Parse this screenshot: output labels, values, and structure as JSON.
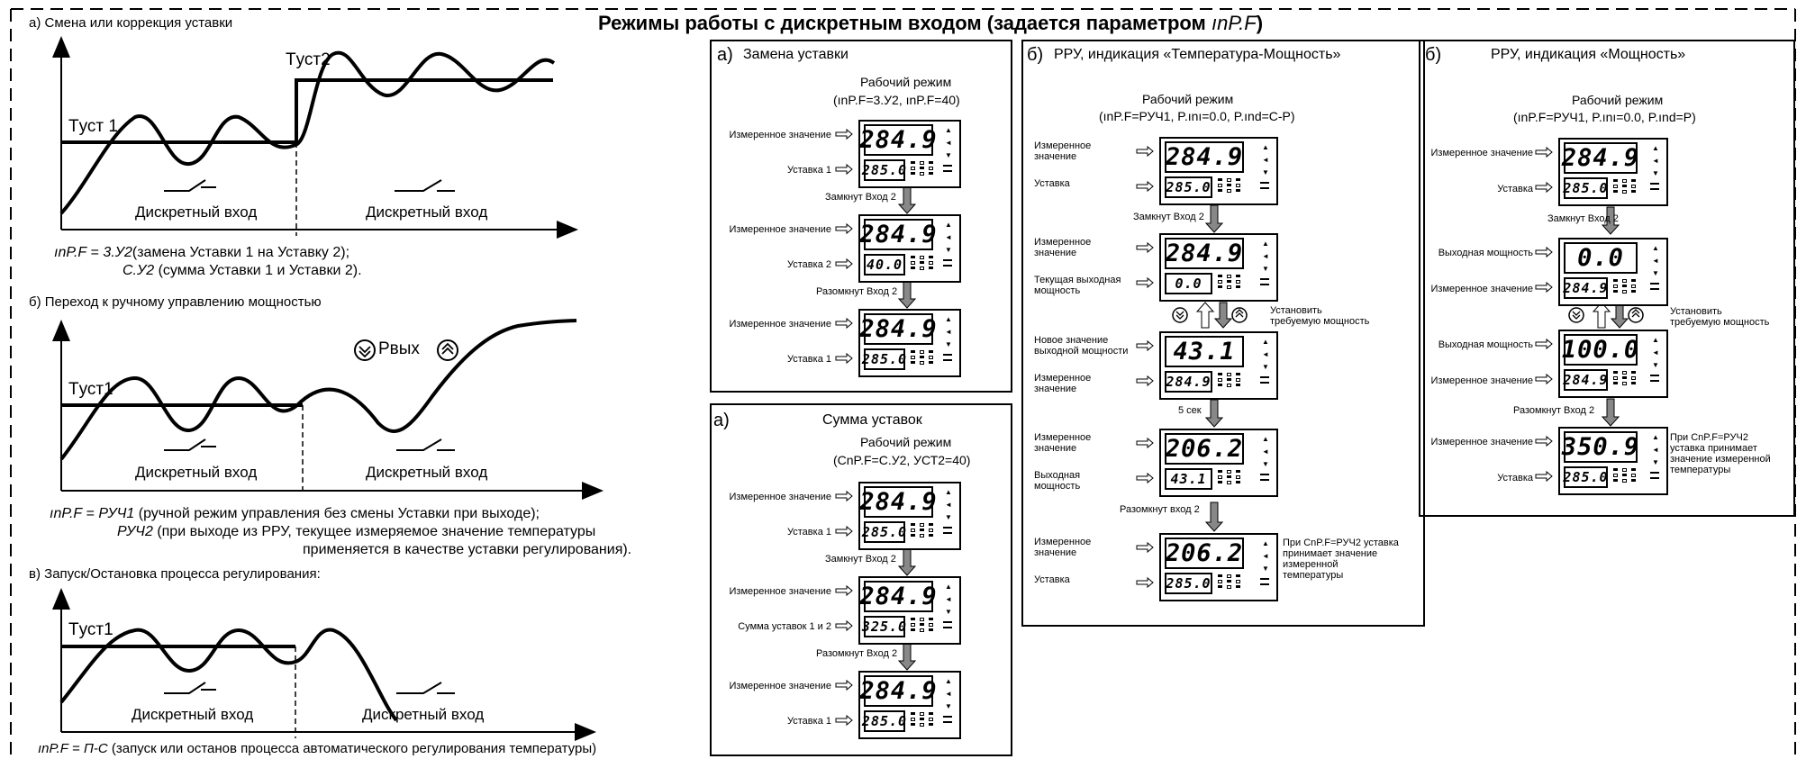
{
  "title": "Режимы работы с дискретным входом (задается параметром",
  "title_param": "ınP.F",
  "left": {
    "a_heading": "а) Смена или коррекция уставки",
    "a_t1": "Tуст 1",
    "a_t2": "Tуст2",
    "a_din1": "Дискретный вход",
    "a_din2": "Дискретный вход",
    "a_line1_param": "ınP.F",
    "a_line1_eq": "=",
    "a_line1_val": "3.У2",
    "a_line1_text": "(замена Уставки 1 на Уставку 2);",
    "a_line2_val": "С.У2",
    "a_line2_text": "(сумма Уставки 1 и Уставки 2).",
    "b_heading": "б) Переход к ручному управлению мощностью",
    "b_t1": "Tуст1",
    "b_pout": "Pвых",
    "b_din1": "Дискретный вход",
    "b_din2": "Дискретный вход",
    "b_line1_param": "ınP.F",
    "b_line1_eq": "=",
    "b_line1_val": "РУЧ1",
    "b_line1_text": "(ручной режим управления без смены Уставки при выходе);",
    "b_line2_val": "РУЧ2",
    "b_line2_text": "(при выходе из РРУ, текущее измеряемое значение температуры",
    "b_line3_text": "применяется в качестве уставки регулирования).",
    "c_heading": "в) Запуск/Остановка процесса регулирования:",
    "c_t1": "Tуст1",
    "c_din1": "Дискретный вход",
    "c_din2": "Дискретный вход",
    "c_line_param": "ınP.F",
    "c_line_eq": "=",
    "c_line_val": "П-С",
    "c_line_text": "(запуск или останов процесса автоматического регулирования температуры)"
  },
  "panel_a1": {
    "letter": "а)",
    "title": "Замена уставки",
    "mode": "Рабочий режим",
    "mode_params": "(ınP.F=3.У2, ınP.F=40)",
    "rows": [
      {
        "label": "Измеренное значение",
        "value": "284.9"
      },
      {
        "label": "Уставка 1",
        "value": "285.0"
      },
      {
        "label": "Измеренное значение",
        "value": "284.9"
      },
      {
        "label": "Уставка 2",
        "value": "40.0"
      },
      {
        "label": "Измеренное значение",
        "value": "284.9"
      },
      {
        "label": "Уставка 1",
        "value": "285.0"
      }
    ],
    "transitions": [
      "Замкнут Вход 2",
      "Разомкнут Вход 2"
    ]
  },
  "panel_a2": {
    "letter": "а)",
    "title": "Сумма уставок",
    "mode": "Рабочий режим",
    "mode_params": "(СnP.F=С.У2, УСТ2=40)",
    "rows": [
      {
        "label": "Измеренное значение",
        "value": "284.9"
      },
      {
        "label": "Уставка 1",
        "value": "285.0"
      },
      {
        "label": "Измеренное значение",
        "value": "284.9"
      },
      {
        "label": "Сумма уставок 1 и 2",
        "value": "325.0"
      },
      {
        "label": "Измеренное значение",
        "value": "284.9"
      },
      {
        "label": "Уставка 1",
        "value": "285.0"
      }
    ],
    "transitions": [
      "Замкнут Вход 2",
      "Разомкнут Вход 2"
    ]
  },
  "panel_b1": {
    "letter": "б)",
    "title": "РРУ, индикация «Температура-Мощность»",
    "mode": "Рабочий режим",
    "mode_params": "(ınP.F=РУЧ1, P.ını=0.0, P.ınd=С-P)",
    "rows": [
      {
        "label": "Измеренное\nзначение",
        "value": "284.9"
      },
      {
        "label": "Уставка",
        "value": "285.0"
      },
      {
        "label": "Измеренное\nзначение",
        "value": "284.9"
      },
      {
        "label": "Текущая выходная\nмощность",
        "value": "0.0"
      },
      {
        "label": "Новое значение\nвыходной мощности",
        "value": "43.1"
      },
      {
        "label": "Измеренное\nзначение",
        "value": "284.9"
      },
      {
        "label": "Измеренное\nзначение",
        "value": "206.2"
      },
      {
        "label": "Выходная\nмощность",
        "value": "43.1"
      },
      {
        "label": "Измеренное\nзначение",
        "value": "206.2"
      },
      {
        "label": "Уставка",
        "value": "285.0"
      }
    ],
    "transitions": [
      "Замкнут Вход 2",
      "5 сек",
      "Разомкнут вход 2"
    ],
    "set_power": "Установить\nтребуемую мощность",
    "note": "При СnP.F=РУЧ2 уставка\nпринимает значение\nизмеренной\nтемпературы"
  },
  "panel_b2": {
    "letter": "б)",
    "title": "РРУ, индикация «Мощность»",
    "mode": "Рабочий режим",
    "mode_params": "(ınP.F=РУЧ1, P.ını=0.0, P.ınd=P)",
    "rows": [
      {
        "label": "Измеренное значение",
        "value": "284.9"
      },
      {
        "label": "Уставка",
        "value": "285.0"
      },
      {
        "label": "Выходная мощность",
        "value": "0.0"
      },
      {
        "label": "Измеренное значение",
        "value": "284.9"
      },
      {
        "label": "Выходная мощность",
        "value": "100.0"
      },
      {
        "label": "Измеренное значение",
        "value": "284.9"
      },
      {
        "label": "Измеренное значение",
        "value": "350.9"
      },
      {
        "label": "Уставка",
        "value": "285.0"
      }
    ],
    "transitions": [
      "Замкнут Вход 2",
      "Разомкнут Вход 2"
    ],
    "set_power": "Установить\nтребуемую мощность",
    "note": "При СnP.F=РУЧ2\nуставка принимает\nзначение измеренной\nтемпературы"
  }
}
